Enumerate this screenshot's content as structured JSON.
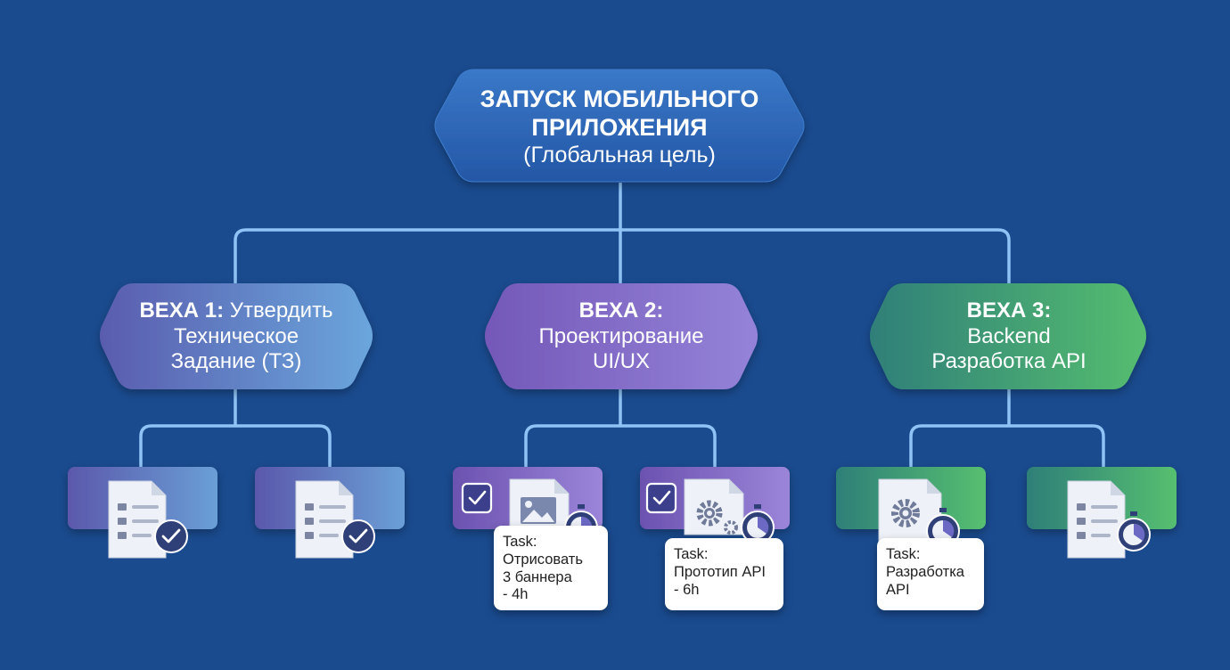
{
  "root": {
    "line1": "ЗАПУСК МОБИЛЬНОГО",
    "line2": "ПРИЛОЖЕНИЯ",
    "line3": "(Глобальная цель)"
  },
  "milestones": [
    {
      "prefix": "ВЕХА 1:",
      "line1_rest": " Утвердить",
      "line2": "Техническое",
      "line3": "Задание (ТЗ)"
    },
    {
      "prefix": "ВЕХА 2:",
      "line1_rest": "",
      "line2": "Проектирование",
      "line3": "UI/UX"
    },
    {
      "prefix": "ВЕХА 3:",
      "line1_rest": "",
      "line2": "Backend",
      "line3": "Разработка API"
    }
  ],
  "tasks": [
    {
      "lines": [
        "Task:",
        "Отрисовать",
        "3 баннера",
        "- 4h"
      ]
    },
    {
      "lines": [
        "Task:",
        "Прототип API",
        "- 6h"
      ]
    },
    {
      "lines": [
        "Task:",
        "Разработка",
        "API"
      ]
    }
  ],
  "colors": {
    "background": "#1a4b8f",
    "connector": "#8fc3f5",
    "root_fill": "#2a63b5",
    "milestone1": [
      "#5a5cae",
      "#6aa6dc"
    ],
    "milestone2": [
      "#7458b8",
      "#9483d8"
    ],
    "milestone3": [
      "#2f7f79",
      "#55bd6f"
    ]
  }
}
